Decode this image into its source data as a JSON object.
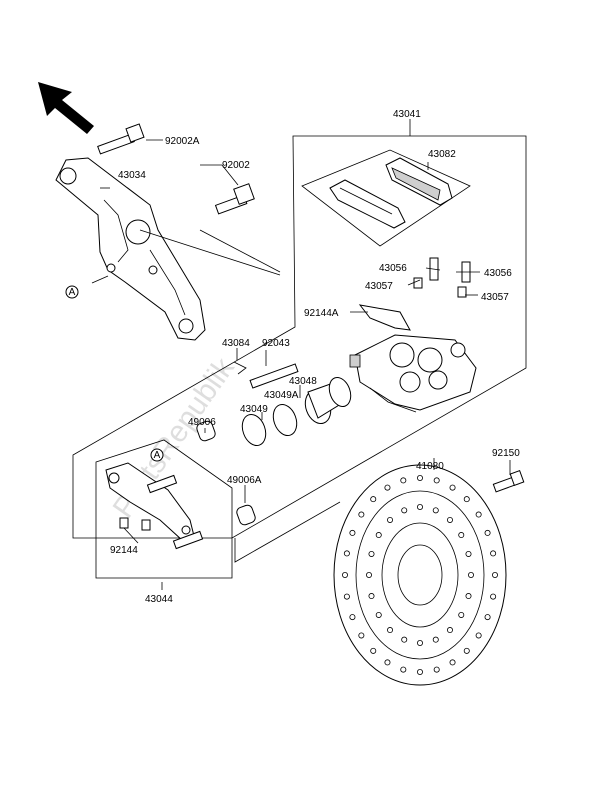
{
  "labels": {
    "p43041": "43041",
    "p92002A": "92002A",
    "p92002": "92002",
    "p43034": "43034",
    "p43082": "43082",
    "p43056a": "43056",
    "p43056b": "43056",
    "p43057a": "43057",
    "p43057b": "43057",
    "p92144A": "92144A",
    "p43084": "43084",
    "p92043": "92043",
    "p43048": "43048",
    "p43049A": "43049A",
    "p43049": "43049",
    "p49006": "49006",
    "p49006A": "49006A",
    "p92150": "92150",
    "p41080": "41080",
    "p92144": "92144",
    "p43044": "43044"
  },
  "callouts": {
    "a1": "A",
    "a2": "A"
  },
  "watermark": "PartsRepublik",
  "icons": {
    "direction_arrow": "front-direction-arrow-icon"
  }
}
